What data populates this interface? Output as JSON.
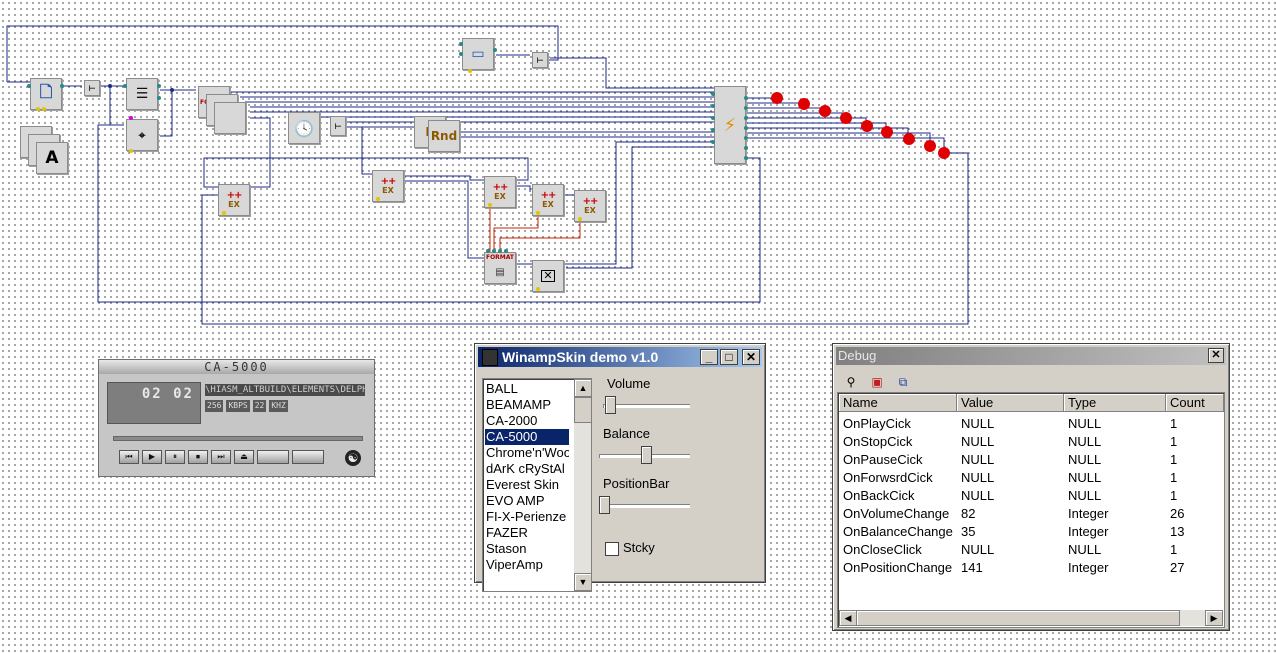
{
  "schema": {
    "components": [
      {
        "id": "form-icon",
        "glyph": "▭"
      },
      {
        "id": "timer",
        "glyph": "🕓"
      },
      {
        "id": "rnd",
        "glyph": "Rnd"
      },
      {
        "id": "text-a",
        "glyph": "A"
      },
      {
        "id": "format-top",
        "glyph": "FORMAT"
      },
      {
        "id": "format-bottom",
        "glyph": "FORMAT"
      },
      {
        "id": "close-x",
        "glyph": "✕"
      },
      {
        "id": "ex",
        "plus": "++",
        "label": "EX"
      }
    ]
  },
  "winamp": {
    "title": "CA-5000",
    "time": "02 02",
    "song": "\\HIASM_ALTBUILD\\ELEMENTS\\DELPHI",
    "kbps": "256",
    "kbps_label": "KBPS",
    "khz": "22",
    "khz_label": "KHZ",
    "buttons": [
      "⏮",
      "▶",
      "⏸",
      "⏹",
      "⏭",
      "⏏"
    ],
    "logo": "☯"
  },
  "skin_window": {
    "title": "WinampSkin demo v1.0",
    "controls": {
      "minimize": "_",
      "maximize": "□",
      "close": "✕"
    },
    "list": {
      "items": [
        "BALL",
        "BEAMAMP",
        "CA-2000",
        "CA-5000",
        "Chrome'n'Wood",
        "dArK cRyStAl",
        "Everest Skin",
        "EVO AMP",
        "FI-X-Perienze",
        "FAZER",
        "Stason",
        "ViperAmp"
      ],
      "selected": "CA-5000"
    },
    "volume_label": "Volume",
    "volume_value": 0.05,
    "balance_label": "Balance",
    "balance_value": 0.5,
    "position_label": "PositionBar",
    "position_value": 0.0,
    "sticky_label": "Stcky",
    "sticky_checked": false
  },
  "debug": {
    "title": "Debug",
    "close": "✕",
    "columns": [
      "Name",
      "Value",
      "Type",
      "Count"
    ],
    "rows": [
      {
        "name": "OnPlayCick",
        "value": "NULL",
        "type": "NULL",
        "count": "1"
      },
      {
        "name": "OnStopCick",
        "value": "NULL",
        "type": "NULL",
        "count": "1"
      },
      {
        "name": "OnPauseCick",
        "value": "NULL",
        "type": "NULL",
        "count": "1"
      },
      {
        "name": "OnForwsrdCick",
        "value": "NULL",
        "type": "NULL",
        "count": "1"
      },
      {
        "name": "OnBackCick",
        "value": "NULL",
        "type": "NULL",
        "count": "1"
      },
      {
        "name": "OnVolumeChange",
        "value": "82",
        "type": "Integer",
        "count": "26"
      },
      {
        "name": "OnBalanceChange",
        "value": "35",
        "type": "Integer",
        "count": "13"
      },
      {
        "name": "OnCloseClick",
        "value": "NULL",
        "type": "NULL",
        "count": "1"
      },
      {
        "name": "OnPositionChange",
        "value": "141",
        "type": "Integer",
        "count": "27"
      }
    ],
    "toolbar": [
      "pointer-icon",
      "brush-icon",
      "copy-icon"
    ]
  },
  "colors": {
    "wire": "#1c2a8c",
    "wire_red": "#cc2200",
    "dot": "#e00000",
    "caption": "#0a246a"
  }
}
